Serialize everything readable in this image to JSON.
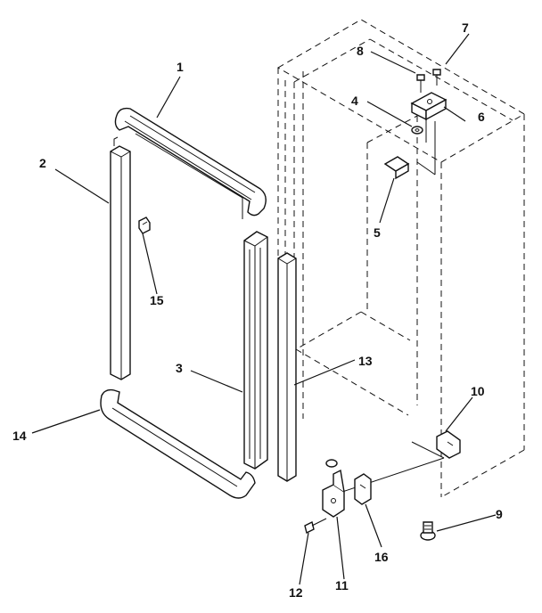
{
  "diagram": {
    "labels": {
      "p1": "1",
      "p2": "2",
      "p3": "3",
      "p4": "4",
      "p5": "5",
      "p6": "6",
      "p7": "7",
      "p8": "8",
      "p9": "9",
      "p10": "10",
      "p11": "11",
      "p12": "12",
      "p13": "13",
      "p14": "14",
      "p15": "15",
      "p16": "16"
    }
  }
}
